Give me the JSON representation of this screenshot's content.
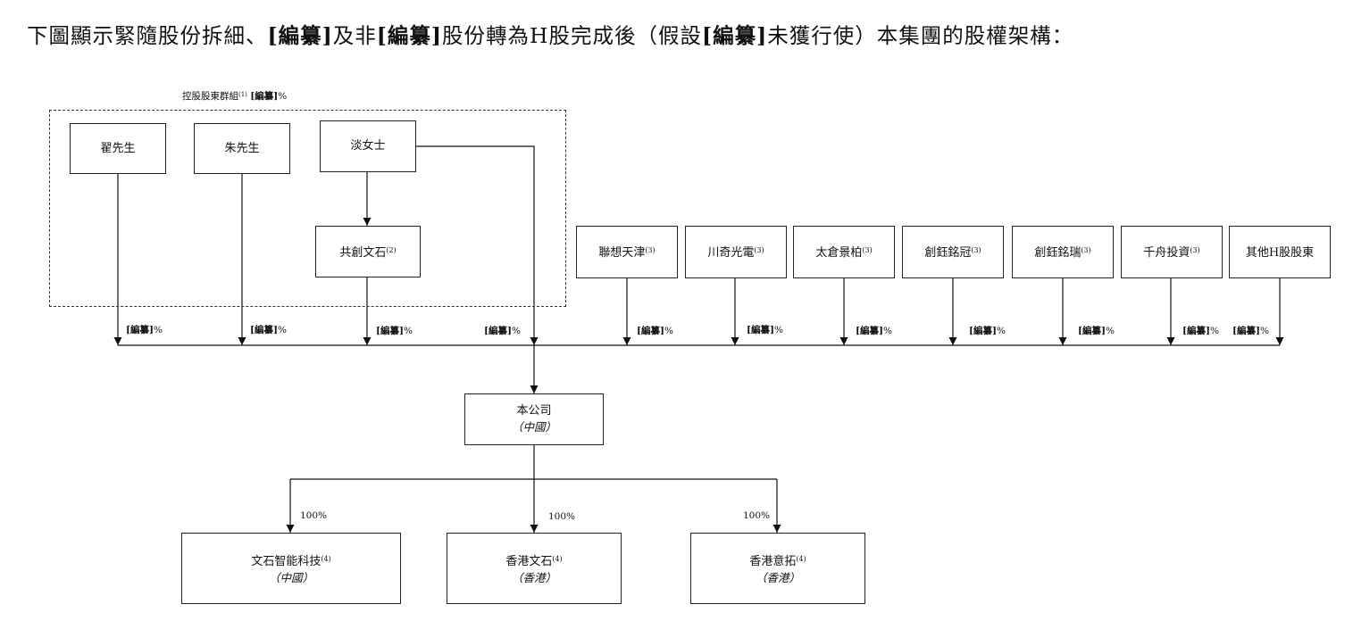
{
  "heading": {
    "seg1": "下圖顯示緊隨股份拆細、",
    "redact1": "[編纂]",
    "seg2": "及非",
    "redact2": "[編纂]",
    "seg3": "股份轉為H股完成後（假設",
    "redact3": "[編纂]",
    "seg4": "未獲行使）本集團的股權架構："
  },
  "group": {
    "label": "控股股東群組",
    "note": "(1)",
    "pct": "[編纂]",
    "pct_suffix": "%"
  },
  "persons": [
    {
      "name": "翟先生"
    },
    {
      "name": "朱先生"
    },
    {
      "name": "淡女士"
    }
  ],
  "platform": {
    "name": "共創文石",
    "note": "(2)"
  },
  "investors": [
    {
      "name": "聯想天津",
      "note": "(3)"
    },
    {
      "name": "川奇光電",
      "note": "(3)"
    },
    {
      "name": "太倉景柏",
      "note": "(3)"
    },
    {
      "name": "創鈺銘冠",
      "note": "(3)"
    },
    {
      "name": "創鈺銘瑞",
      "note": "(3)"
    },
    {
      "name": "千舟投資",
      "note": "(3)"
    },
    {
      "name": "其他H股股東",
      "note": ""
    }
  ],
  "shareholdings": [
    {
      "label": "[編纂]",
      "suffix": "%"
    },
    {
      "label": "[編纂]",
      "suffix": "%"
    },
    {
      "label": "[編纂]",
      "suffix": "%"
    },
    {
      "label": "[編纂]",
      "suffix": "%"
    },
    {
      "label": "[編纂]",
      "suffix": "%"
    },
    {
      "label": "[編纂]",
      "suffix": "%"
    },
    {
      "label": "[編纂]",
      "suffix": "%"
    },
    {
      "label": "[編纂]",
      "suffix": "%"
    },
    {
      "label": "[編纂]",
      "suffix": "%"
    },
    {
      "label": "[編纂]",
      "suffix": "%"
    },
    {
      "label": "[編纂]",
      "suffix": "%"
    }
  ],
  "company": {
    "name": "本公司",
    "jurisdiction": "（中國）"
  },
  "subsidiaries": [
    {
      "name": "文石智能科技",
      "note": "(4)",
      "jurisdiction": "（中國）",
      "pct": "100%"
    },
    {
      "name": "香港文石",
      "note": "(4)",
      "jurisdiction": "（香港）",
      "pct": "100%"
    },
    {
      "name": "香港意拓",
      "note": "(4)",
      "jurisdiction": "（香港）",
      "pct": "100%"
    }
  ]
}
